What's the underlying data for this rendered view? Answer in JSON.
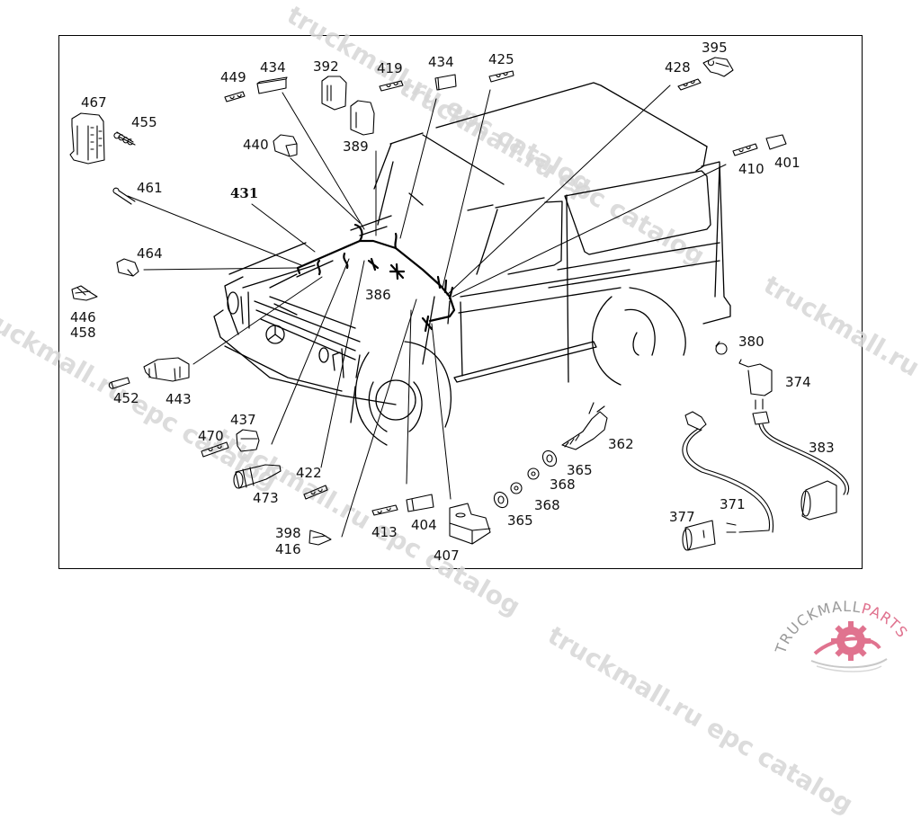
{
  "diagram": {
    "subject": "Vehicle wiring harness exploded parts diagram",
    "callouts": [
      {
        "id": "449",
        "label": "449"
      },
      {
        "id": "434a",
        "label": "434"
      },
      {
        "id": "392",
        "label": "392"
      },
      {
        "id": "419",
        "label": "419"
      },
      {
        "id": "434b",
        "label": "434"
      },
      {
        "id": "425",
        "label": "425"
      },
      {
        "id": "395",
        "label": "395"
      },
      {
        "id": "428",
        "label": "428"
      },
      {
        "id": "467",
        "label": "467"
      },
      {
        "id": "455",
        "label": "455"
      },
      {
        "id": "440",
        "label": "440"
      },
      {
        "id": "389",
        "label": "389"
      },
      {
        "id": "410",
        "label": "410"
      },
      {
        "id": "401",
        "label": "401"
      },
      {
        "id": "461",
        "label": "461"
      },
      {
        "id": "431",
        "label": "431"
      },
      {
        "id": "464",
        "label": "464"
      },
      {
        "id": "446",
        "label": "446"
      },
      {
        "id": "458",
        "label": "458"
      },
      {
        "id": "386",
        "label": "386"
      },
      {
        "id": "380",
        "label": "380"
      },
      {
        "id": "374",
        "label": "374"
      },
      {
        "id": "452",
        "label": "452"
      },
      {
        "id": "443",
        "label": "443"
      },
      {
        "id": "437",
        "label": "437"
      },
      {
        "id": "470",
        "label": "470"
      },
      {
        "id": "362",
        "label": "362"
      },
      {
        "id": "383",
        "label": "383"
      },
      {
        "id": "365a",
        "label": "365"
      },
      {
        "id": "368a",
        "label": "368"
      },
      {
        "id": "473",
        "label": "473"
      },
      {
        "id": "422",
        "label": "422"
      },
      {
        "id": "368b",
        "label": "368"
      },
      {
        "id": "365b",
        "label": "365"
      },
      {
        "id": "371",
        "label": "371"
      },
      {
        "id": "377",
        "label": "377"
      },
      {
        "id": "413",
        "label": "413"
      },
      {
        "id": "404",
        "label": "404"
      },
      {
        "id": "398",
        "label": "398"
      },
      {
        "id": "416",
        "label": "416"
      },
      {
        "id": "407",
        "label": "407"
      }
    ]
  },
  "watermarks": [
    "truckmall.ru epc catalog",
    "truckmall.ru epc catalog",
    "truckmall.ru epc catalog",
    "truckmall.ru epc catalog",
    "truckmall.ru epc catalog",
    "truckmall.ru epc catalog"
  ],
  "logo": {
    "text_left": "TRUCKMALL",
    "text_right": "PARTS",
    "color_text": "#9a9a9a",
    "color_accent": "#e0738f"
  }
}
